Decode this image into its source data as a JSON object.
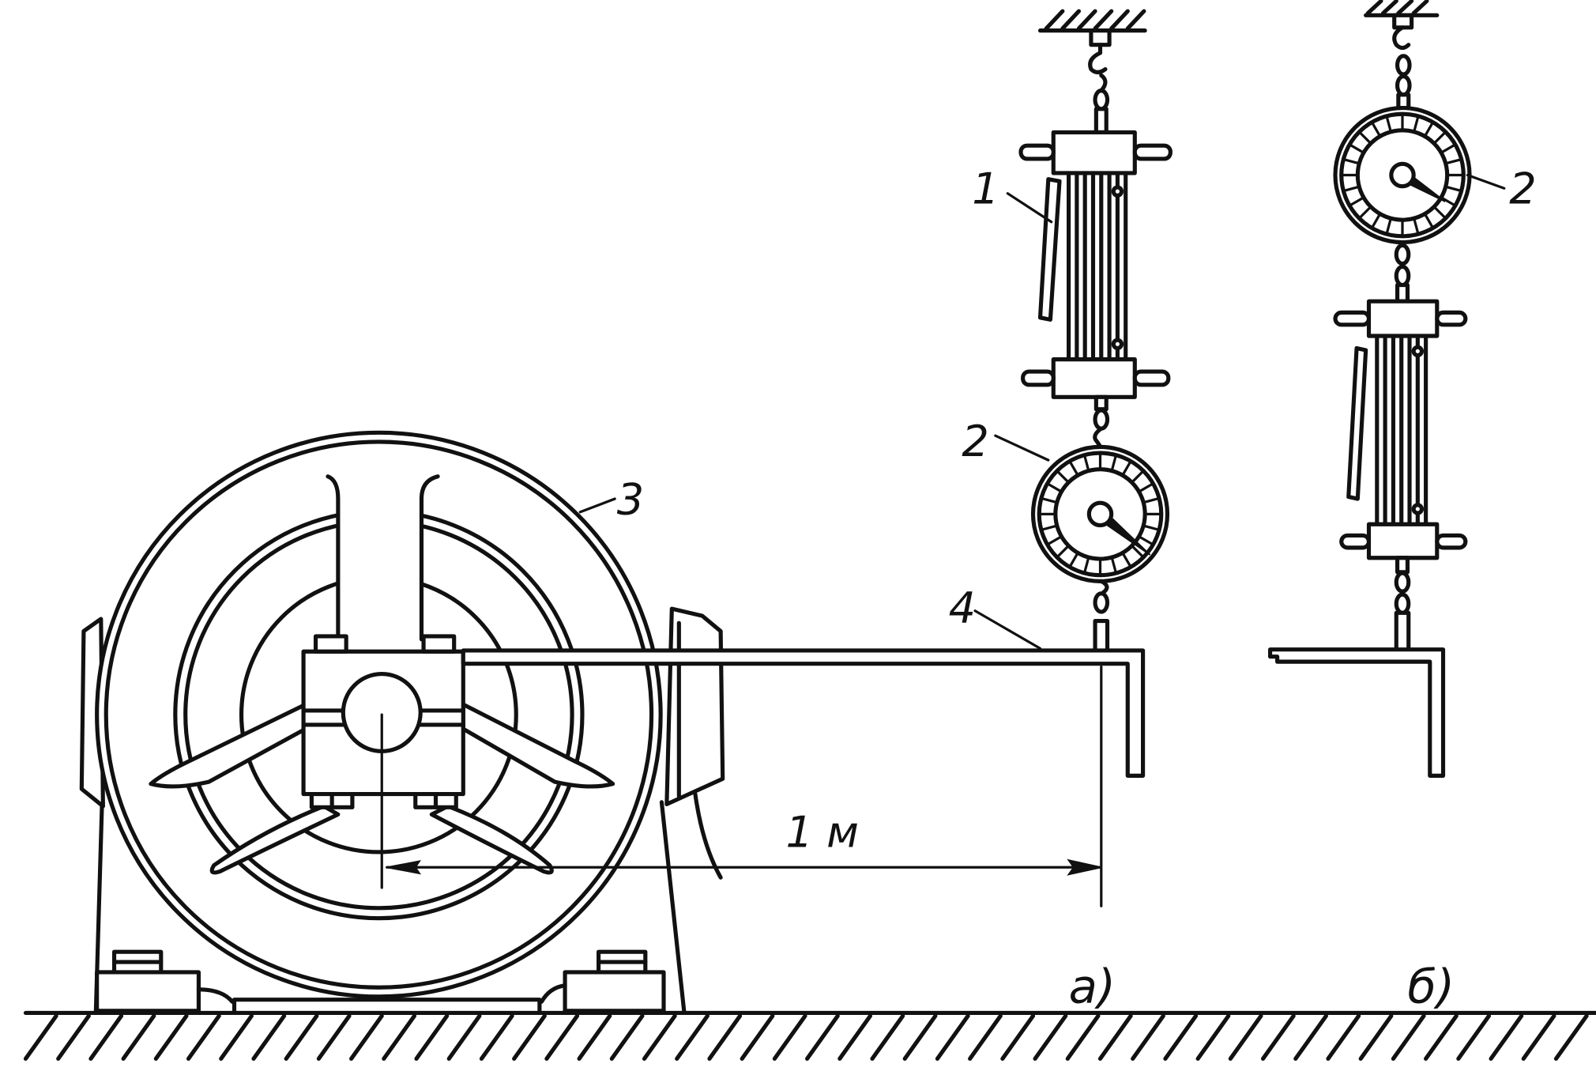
{
  "figure": {
    "labels": {
      "spring_set_a": "1",
      "dial_gauge_a": "2",
      "flywheel": "3",
      "lever": "4",
      "lever_arm_length": "1 м",
      "view_a": "а)",
      "dial_gauge_b": "2",
      "view_b": "б)"
    },
    "line_color": "#111111",
    "background": "#ffffff"
  }
}
